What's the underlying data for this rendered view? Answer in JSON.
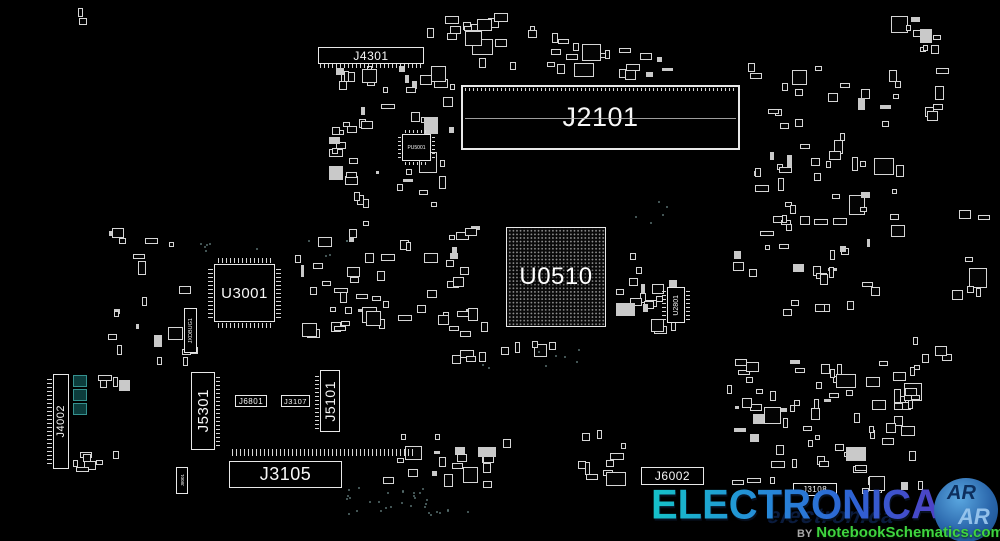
{
  "board": {
    "background": "#000000",
    "outline_color": "#e8e8e8",
    "components": {
      "j4301": {
        "label": "J4301"
      },
      "j2101": {
        "label": "J2101"
      },
      "u0510": {
        "label": "U0510"
      },
      "u3001": {
        "label": "U3001"
      },
      "jxdbug1": {
        "label": "JXDBUG1"
      },
      "pu5001": {
        "label": "PU5001"
      },
      "j5301": {
        "label": "J5301"
      },
      "j6801": {
        "label": "J6801"
      },
      "j3107": {
        "label": "J3107"
      },
      "j5101": {
        "label": "J5101"
      },
      "j3105": {
        "label": "J3105"
      },
      "j4002": {
        "label": "J4002"
      },
      "j8001": {
        "label": "J8001"
      },
      "u2801": {
        "label": "U2801"
      },
      "j6002": {
        "label": "J6002"
      },
      "j3108": {
        "label": "J3108"
      }
    }
  },
  "watermark": {
    "brand": "ELECTRONICA",
    "brand_reflection": "electronica",
    "by_label": "BY",
    "site": "NotebookSchematics.com",
    "logo_monogram": "AR",
    "colors": {
      "gradient_start": "#15c2c9",
      "gradient_mid": "#2e62d2",
      "gradient_end": "#4f41c6",
      "site_green": "#3fd53f",
      "logo_blue": "#2a66ab"
    }
  }
}
